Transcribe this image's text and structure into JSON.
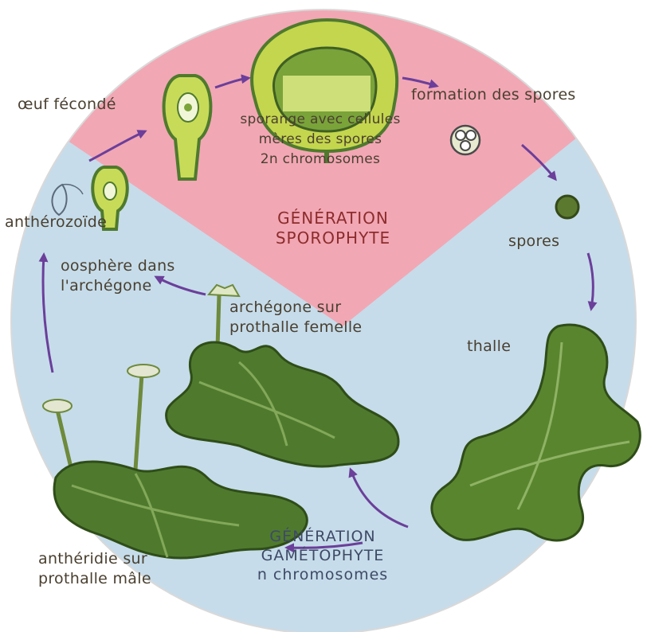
{
  "labels": {
    "oeuf_feconde": "œuf fécondé",
    "formation_spores": "formation des spores",
    "sporange": [
      "sporange avec cellules",
      "mères des spores",
      "2n chromosomes"
    ],
    "anterozoide": "anthérozoïde",
    "generation_sporophyte": [
      "GÉNÉRATION",
      "SPOROPHYTE"
    ],
    "spores": "spores",
    "oosphere": [
      "oosphère dans",
      "l'archégone"
    ],
    "archegone": [
      "archégone sur",
      "prothalle femelle"
    ],
    "thalle": "thalle",
    "generation_gametophyte": [
      "GÉNÉRATION",
      "GAMÉTOPHYTE",
      "n chromosomes"
    ],
    "antheridie": [
      "anthéridie sur",
      "prothalle mâle"
    ]
  },
  "colors": {
    "sporophyte_zone": "#f2a7b4",
    "gametophyte_zone": "#c6dcea",
    "leaf_green": "#4f7a2e",
    "cell_yellow": "#d8e36a",
    "arrow": "#6b3f9a"
  }
}
